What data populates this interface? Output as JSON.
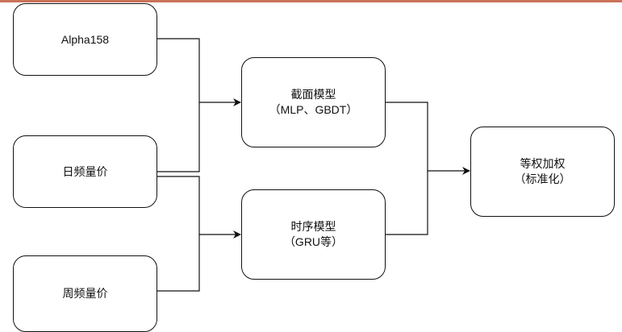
{
  "diagram": {
    "accent_bar_color": "#c97358",
    "nodes": {
      "alpha158": {
        "label": "Alpha158"
      },
      "daily": {
        "label": "日频量价"
      },
      "weekly": {
        "label": "周频量价"
      },
      "cross_section": {
        "line1": "截面模型",
        "line2": "（MLP、GBDT）"
      },
      "time_series": {
        "line1": "时序模型",
        "line2": "（GRU等）"
      },
      "ensemble": {
        "line1": "等权加权",
        "line2": "（标准化）"
      }
    },
    "edges": [
      {
        "from": "Alpha158",
        "to": "截面模型"
      },
      {
        "from": "日频量价",
        "to": "截面模型"
      },
      {
        "from": "日频量价",
        "to": "时序模型"
      },
      {
        "from": "周频量价",
        "to": "时序模型"
      },
      {
        "from": "截面模型",
        "to": "等权加权"
      },
      {
        "from": "时序模型",
        "to": "等权加权"
      }
    ]
  }
}
